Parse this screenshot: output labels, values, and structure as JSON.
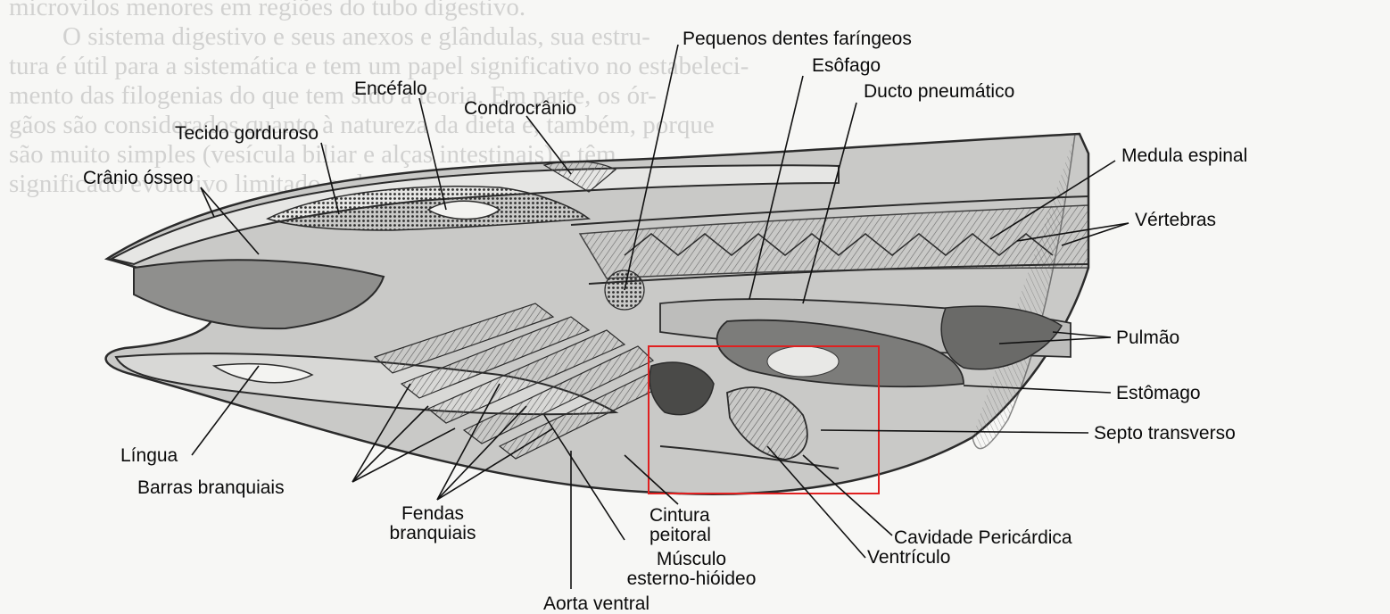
{
  "figure": {
    "labels": {
      "pequenos_dentes": "Pequenos dentes faríngeos",
      "esofago": "Esôfago",
      "ducto": "Ducto pneumático",
      "encefalo": "Encéfalo",
      "condrocranio": "Condrocrânio",
      "tecido": "Tecido gorduroso",
      "cranio": "Crânio ósseo",
      "medula": "Medula espinal",
      "vertebras": "Vértebras",
      "pulmao": "Pulmão",
      "estomago": "Estômago",
      "septo": "Septo transverso",
      "lingua": "Língua",
      "barras": "Barras branquiais",
      "fendas": "Fendas branquiais",
      "cintura": "Cintura peitoral",
      "musculo": "Músculo esterno-hióideo",
      "aorta": "Aorta ventral",
      "cavidade": "Cavidade Pericárdica",
      "ventriculo": "Ventrículo"
    },
    "highlight_color": "#e02020"
  }
}
